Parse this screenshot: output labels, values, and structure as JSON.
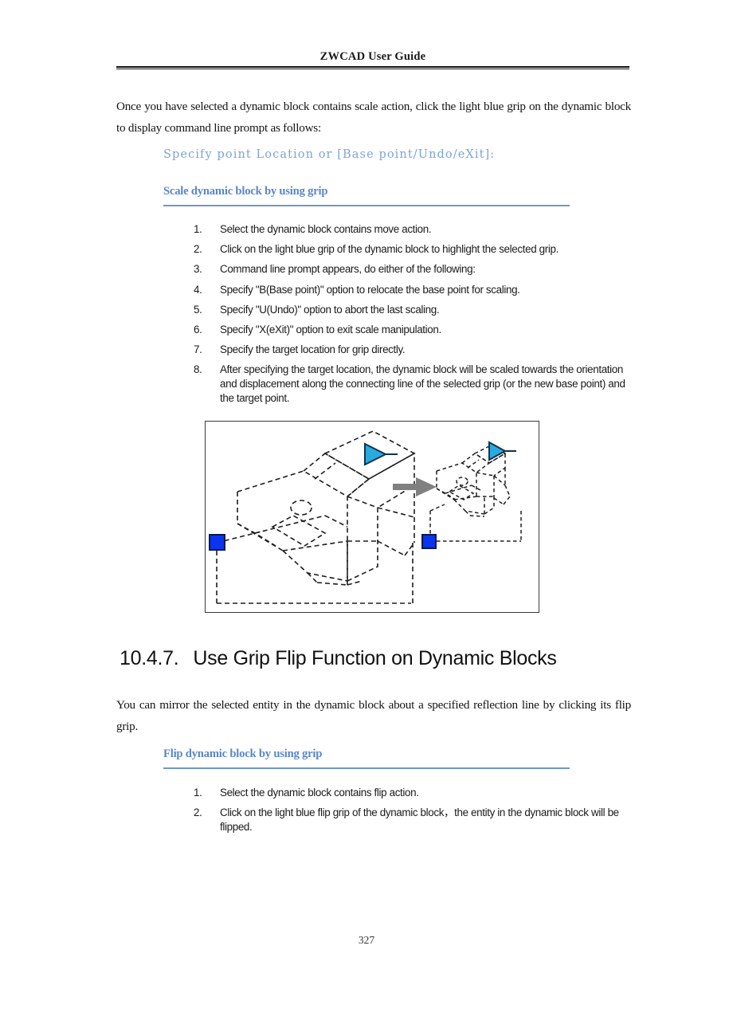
{
  "document": {
    "header_title": "ZWCAD User Guide",
    "page_number": "327"
  },
  "intro": {
    "paragraph": "Once you have selected a dynamic block contains scale action, click the light blue grip on the dynamic block to display command line prompt as follows:"
  },
  "command_prompt": {
    "text": "Specify point Location or [Base point/Undo/eXit]:",
    "color": "#7ba4dd"
  },
  "scale_section": {
    "subheading": "Scale dynamic block by using grip",
    "subheading_color": "#5a87c8",
    "rule_color": "#6f97d0",
    "steps": [
      {
        "num": "1.",
        "text": "Select the dynamic block contains move action."
      },
      {
        "num": "2.",
        "text": "Click on the light blue grip of the dynamic block to highlight the selected grip."
      },
      {
        "num": "3.",
        "text": "Command line prompt appears, do either of the following:"
      },
      {
        "num": "4.",
        "text": "Specify \"B(Base point)\" option to relocate the base point for scaling."
      },
      {
        "num": "5.",
        "text": "Specify \"U(Undo)\" option to abort the last scaling."
      },
      {
        "num": "6.",
        "text": "Specify \"X(eXit)\" option to exit scale manipulation."
      },
      {
        "num": "7.",
        "text": "Specify the target location for grip directly."
      },
      {
        "num": "8.",
        "text": "After specifying the target location, the dynamic block will be scaled towards the orientation and displacement along the connecting line of the selected grip (or the new base point) and the target point."
      }
    ]
  },
  "figure": {
    "name": "scale-dynamic-block-illustration",
    "description": "Isometric dashed CAD block with blue base grip and cyan triangular grip, gray arrow pointing right, and a smaller scaled copy of the block",
    "colors": {
      "grip_square": "#0a34ee",
      "grip_square_border": "#0a1a4a",
      "triangle": "#29abe2",
      "triangle_border": "#13324a",
      "arrow": "#808080",
      "dashed_line": "#1e1e1e",
      "border": "#3a3a3a"
    }
  },
  "section": {
    "number": "10.4.7.",
    "title": "Use Grip Flip Function on Dynamic Blocks"
  },
  "flip_section": {
    "paragraph": "You can mirror the selected entity in the dynamic block about a specified reflection line by clicking its flip grip.",
    "subheading": "Flip dynamic block by using grip",
    "steps": [
      {
        "num": "1.",
        "text": "Select the dynamic block contains flip action."
      },
      {
        "num": "2.",
        "text": "Click on the light blue flip grip of the dynamic block，the entity in the dynamic block will be flipped."
      }
    ]
  }
}
